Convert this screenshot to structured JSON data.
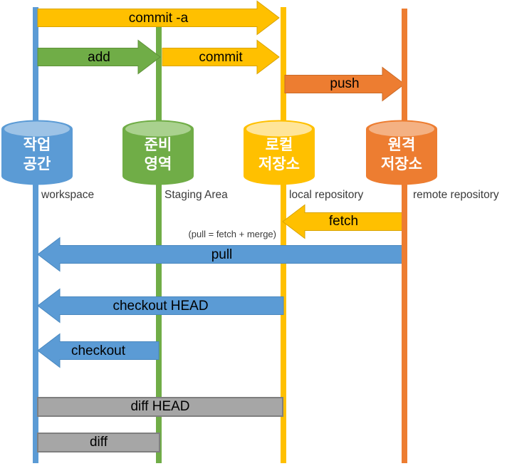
{
  "palette": {
    "blue": "#5B9BD5",
    "blue_light": "#9DC3E6",
    "green": "#70AD47",
    "green_light": "#A9D18E",
    "yellow": "#FFC000",
    "yellow_light": "#FFE599",
    "orange": "#ED7D31",
    "orange_light": "#F4B183",
    "gray": "#A6A6A6",
    "gray_border": "#7F7F7F",
    "arrow_text": "#000000",
    "caption_text": "#3A3A3A"
  },
  "columns": [
    {
      "id": "workspace",
      "cyl_line1": "작업",
      "cyl_line2": "공간",
      "caption": "workspace",
      "color": "blue"
    },
    {
      "id": "staging",
      "cyl_line1": "준비",
      "cyl_line2": "영역",
      "caption": "Staging Area",
      "color": "green"
    },
    {
      "id": "local",
      "cyl_line1": "로컬",
      "cyl_line2": "저장소",
      "caption": "local repository",
      "color": "yellow"
    },
    {
      "id": "remote",
      "cyl_line1": "원격",
      "cyl_line2": "저장소",
      "caption": "remote repository",
      "color": "orange"
    }
  ],
  "arrows": {
    "commit_a": {
      "label": "commit -a",
      "color": "yellow",
      "direction": "right",
      "from": "workspace",
      "to": "local"
    },
    "add": {
      "label": "add",
      "color": "green",
      "direction": "right",
      "from": "workspace",
      "to": "staging"
    },
    "commit": {
      "label": "commit",
      "color": "yellow",
      "direction": "right",
      "from": "staging",
      "to": "local"
    },
    "push": {
      "label": "push",
      "color": "orange",
      "direction": "right",
      "from": "local",
      "to": "remote"
    },
    "fetch": {
      "label": "fetch",
      "color": "yellow",
      "direction": "left",
      "from": "remote",
      "to": "local"
    },
    "pull": {
      "label": "pull",
      "color": "blue",
      "direction": "left",
      "from": "remote",
      "to": "workspace"
    },
    "checkout_head": {
      "label": "checkout HEAD",
      "color": "blue",
      "direction": "left",
      "from": "local",
      "to": "workspace"
    },
    "checkout": {
      "label": "checkout",
      "color": "blue",
      "direction": "left",
      "from": "staging",
      "to": "workspace"
    }
  },
  "bars": {
    "diff_head": {
      "label": "diff HEAD",
      "from": "workspace",
      "to": "local"
    },
    "diff": {
      "label": "diff",
      "from": "workspace",
      "to": "staging"
    }
  },
  "notes": {
    "pull_note": "(pull = fetch + merge)"
  }
}
